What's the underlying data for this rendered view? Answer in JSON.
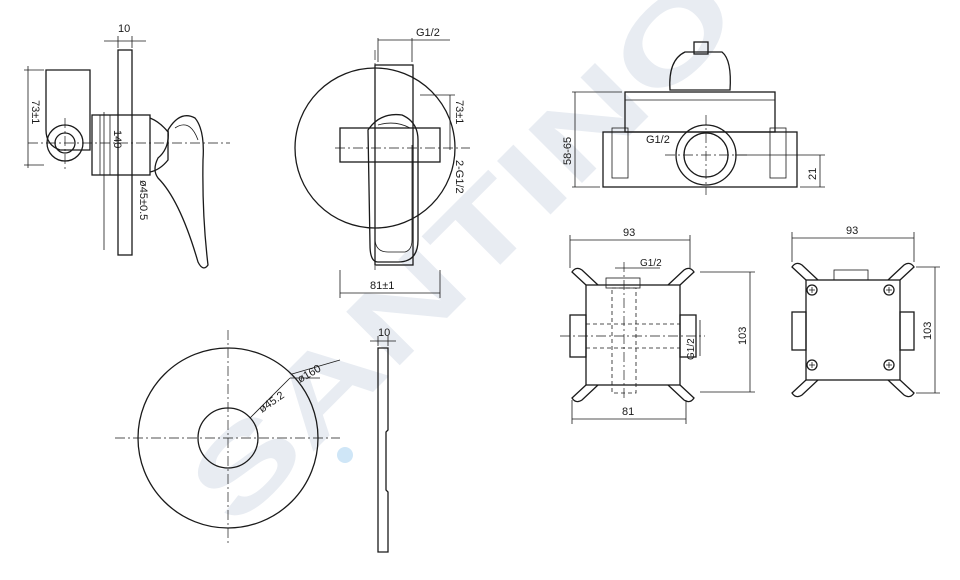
{
  "watermark": {
    "text": "SANTINO",
    "dot_color": "#cfe6f7",
    "text_color": "#e8ecf2"
  },
  "colors": {
    "line": "#1a1a1a",
    "background": "#ffffff"
  },
  "side_view": {
    "dim_top": "10",
    "dim_height": "73±1",
    "dim_body": "140",
    "dim_diameter": "ø45±0.5"
  },
  "front_view": {
    "dim_thread": "G1/2",
    "dim_height": "73±1",
    "dim_port": "2-G1/2",
    "dim_width": "81±1"
  },
  "box_side": {
    "dim_depth": "58-65",
    "label_thread": "G1/2",
    "dim_offset": "21"
  },
  "box_front": {
    "dim_width": "93",
    "dim_thread_top": "G1/2",
    "dim_thread_side": "G1/2",
    "dim_height": "103",
    "dim_inner": "81"
  },
  "box_back": {
    "dim_width": "93",
    "dim_height": "103"
  },
  "rosette": {
    "dim_outer": "ø160",
    "dim_inner": "ø45.2",
    "dim_thickness": "10"
  }
}
